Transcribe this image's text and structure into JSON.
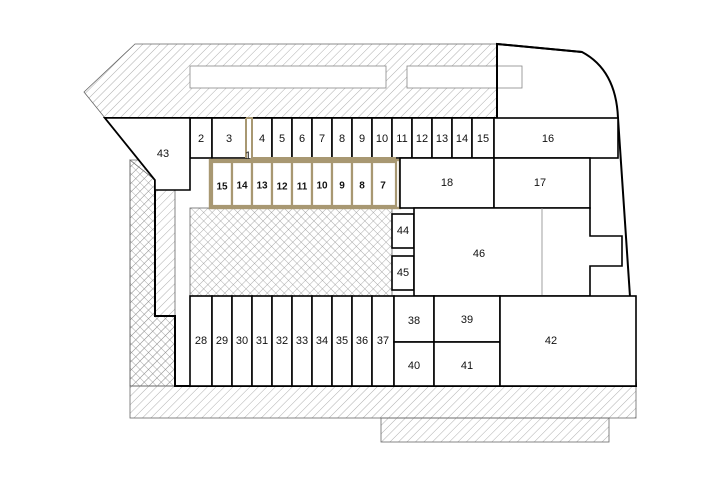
{
  "plan": {
    "units_top": [
      {
        "id": "u2",
        "label": "2"
      },
      {
        "id": "u3",
        "label": "3"
      },
      {
        "id": "u4",
        "label": "4"
      },
      {
        "id": "u5",
        "label": "5"
      },
      {
        "id": "u6",
        "label": "6"
      },
      {
        "id": "u7t",
        "label": "7"
      },
      {
        "id": "u8t",
        "label": "8"
      },
      {
        "id": "u9t",
        "label": "9"
      },
      {
        "id": "u10t",
        "label": "10"
      },
      {
        "id": "u11t",
        "label": "11"
      },
      {
        "id": "u12t",
        "label": "12"
      },
      {
        "id": "u13t",
        "label": "13"
      },
      {
        "id": "u14t",
        "label": "14"
      },
      {
        "id": "u15t",
        "label": "15"
      },
      {
        "id": "u16",
        "label": "16"
      }
    ],
    "units_highlighted": [
      {
        "id": "h15",
        "label": "15"
      },
      {
        "id": "h14",
        "label": "14"
      },
      {
        "id": "h13",
        "label": "13"
      },
      {
        "id": "h12",
        "label": "12"
      },
      {
        "id": "h11",
        "label": "11"
      },
      {
        "id": "h10",
        "label": "10"
      },
      {
        "id": "h9",
        "label": "9"
      },
      {
        "id": "h8",
        "label": "8"
      },
      {
        "id": "h7",
        "label": "7"
      }
    ],
    "unit_1": "1",
    "units_side": [
      {
        "id": "u43",
        "label": "43"
      },
      {
        "id": "u18",
        "label": "18"
      },
      {
        "id": "u17",
        "label": "17"
      },
      {
        "id": "u44",
        "label": "44"
      },
      {
        "id": "u45",
        "label": "45"
      },
      {
        "id": "u46",
        "label": "46"
      }
    ],
    "units_bottom": [
      {
        "id": "u28",
        "label": "28"
      },
      {
        "id": "u29",
        "label": "29"
      },
      {
        "id": "u30",
        "label": "30"
      },
      {
        "id": "u31",
        "label": "31"
      },
      {
        "id": "u32",
        "label": "32"
      },
      {
        "id": "u33",
        "label": "33"
      },
      {
        "id": "u34",
        "label": "34"
      },
      {
        "id": "u35",
        "label": "35"
      },
      {
        "id": "u36",
        "label": "36"
      },
      {
        "id": "u37",
        "label": "37"
      },
      {
        "id": "u38",
        "label": "38"
      },
      {
        "id": "u39",
        "label": "39"
      },
      {
        "id": "u40",
        "label": "40"
      },
      {
        "id": "u41",
        "label": "41"
      },
      {
        "id": "u42",
        "label": "42"
      }
    ],
    "colors": {
      "highlight": "#a89872",
      "hatch": "#9a9a9a",
      "wall": "#000000",
      "background": "#ffffff"
    }
  }
}
